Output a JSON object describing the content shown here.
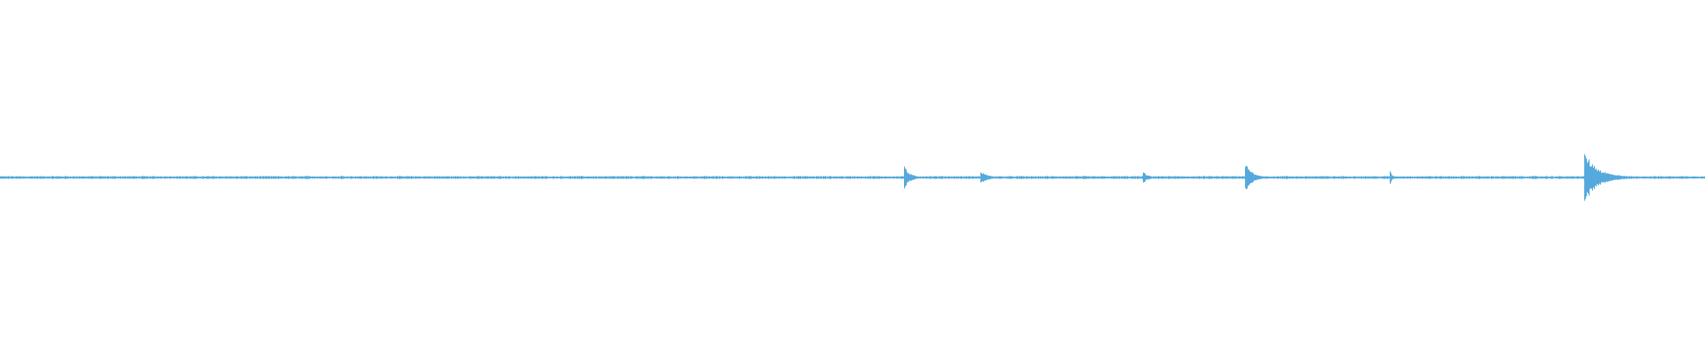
{
  "waveform": {
    "stroke_color": "#55a9dd",
    "background": "#ffffff",
    "events": [
      {
        "at": 0.01,
        "amp": 0.015,
        "len": 0.004
      },
      {
        "at": 0.2,
        "amp": 0.04,
        "len": 0.003
      },
      {
        "at": 0.335,
        "amp": 0.03,
        "len": 0.002
      },
      {
        "at": 0.53,
        "amp": 0.3,
        "len": 0.012
      },
      {
        "at": 0.575,
        "amp": 0.14,
        "len": 0.016
      },
      {
        "at": 0.67,
        "amp": 0.16,
        "len": 0.01
      },
      {
        "at": 0.73,
        "amp": 0.38,
        "len": 0.016
      },
      {
        "at": 0.815,
        "amp": 0.2,
        "len": 0.004
      },
      {
        "at": 0.929,
        "amp": 0.66,
        "len": 0.03
      }
    ]
  }
}
